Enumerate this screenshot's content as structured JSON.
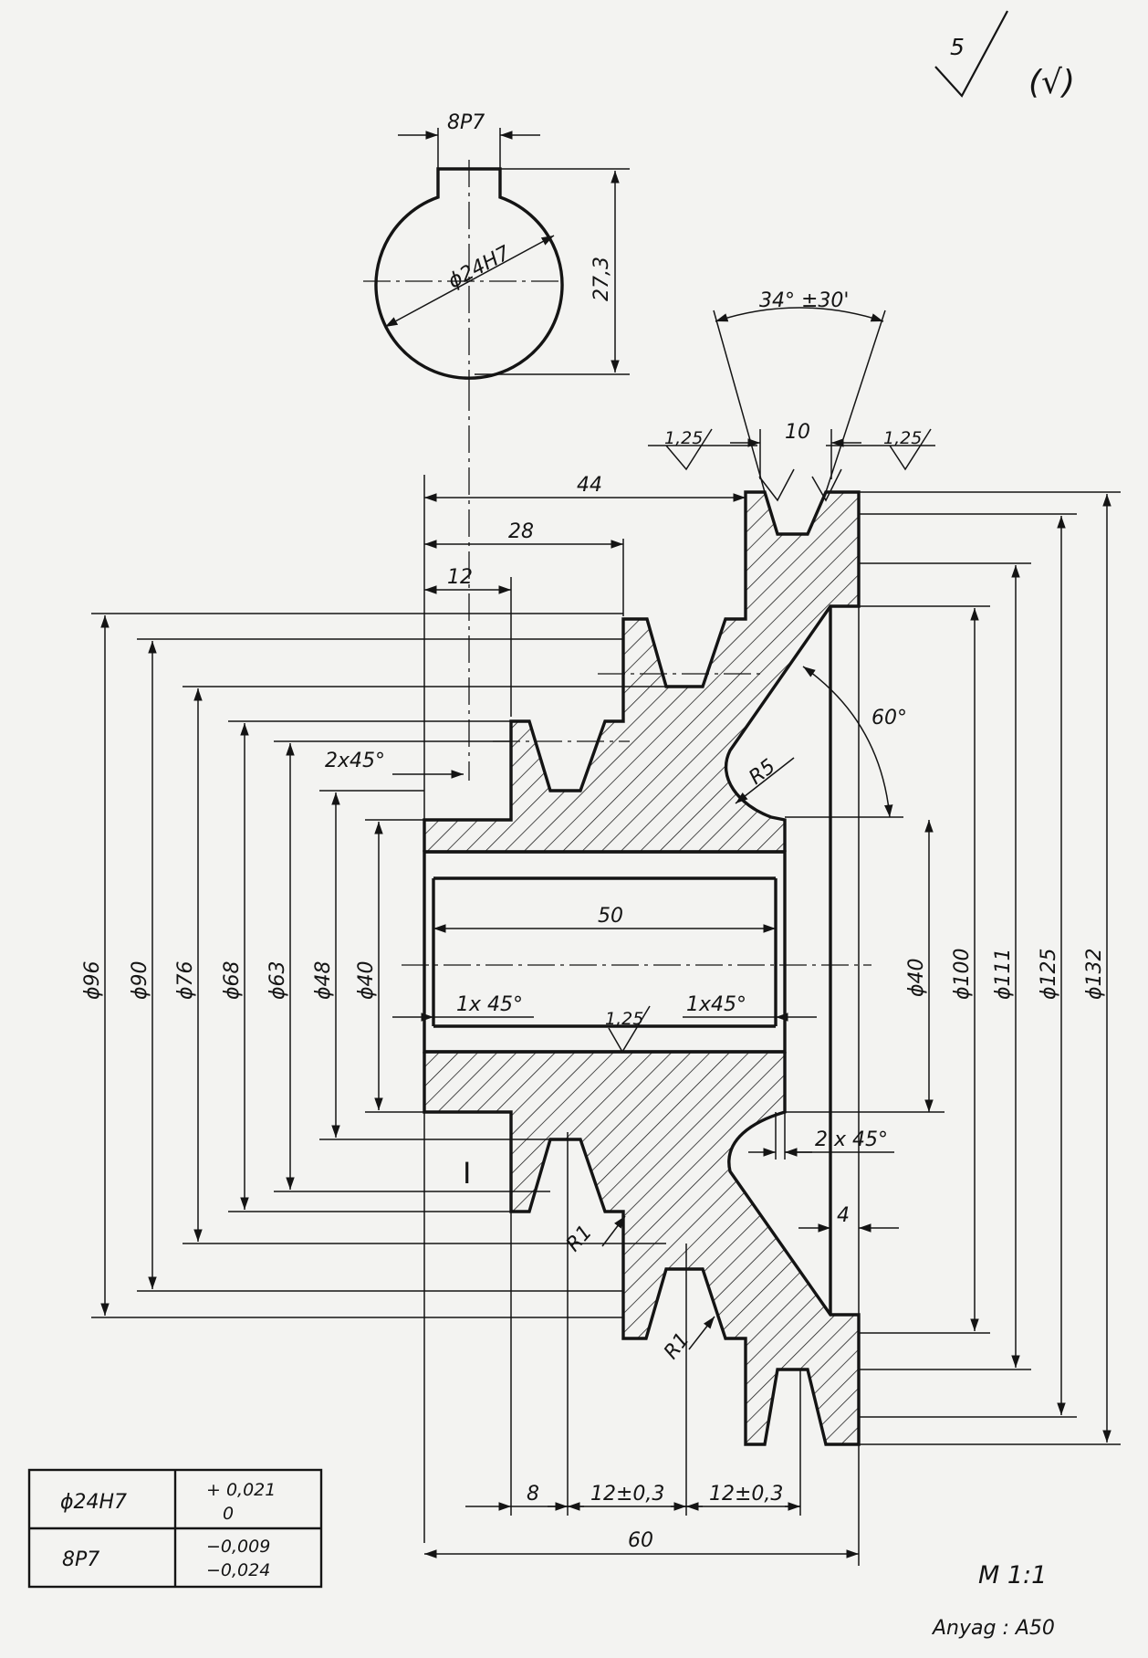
{
  "roughness": {
    "general": "5",
    "bracket": "(√)",
    "surface_125": "1,25"
  },
  "key_section": {
    "keyway_width": "8P7",
    "bore": "ϕ24H7",
    "height": "27,3"
  },
  "groove": {
    "angle": "34° ±30'",
    "top_width": "10"
  },
  "axial": {
    "d44": "44",
    "d28": "28",
    "d12": "12",
    "d50": "50",
    "d8": "8",
    "d12a": "12±0,3",
    "d12b": "12±0,3",
    "d60": "60",
    "d4": "4"
  },
  "chamfers": {
    "c1": "2x45°",
    "c2": "1x 45°",
    "c3": "1x45°",
    "c4": "2 x 45°"
  },
  "radii": {
    "r5": "R5",
    "r1a": "R1",
    "r1b": "R1",
    "angle60": "60°"
  },
  "left_diameters": [
    "ϕ96",
    "ϕ90",
    "ϕ76",
    "ϕ68",
    "ϕ63",
    "ϕ48",
    "ϕ40"
  ],
  "right_diameters": [
    "ϕ40",
    "ϕ100",
    "ϕ111",
    "ϕ125",
    "ϕ132"
  ],
  "section_mark": "I",
  "tolerance_table": {
    "rows": [
      {
        "fit": "ϕ24H7",
        "upper": "+ 0,021",
        "lower": "0"
      },
      {
        "fit": "8P7",
        "upper": "−0,009",
        "lower": "−0,024"
      }
    ]
  },
  "scale": "M 1:1",
  "material": "Anyag : A50"
}
